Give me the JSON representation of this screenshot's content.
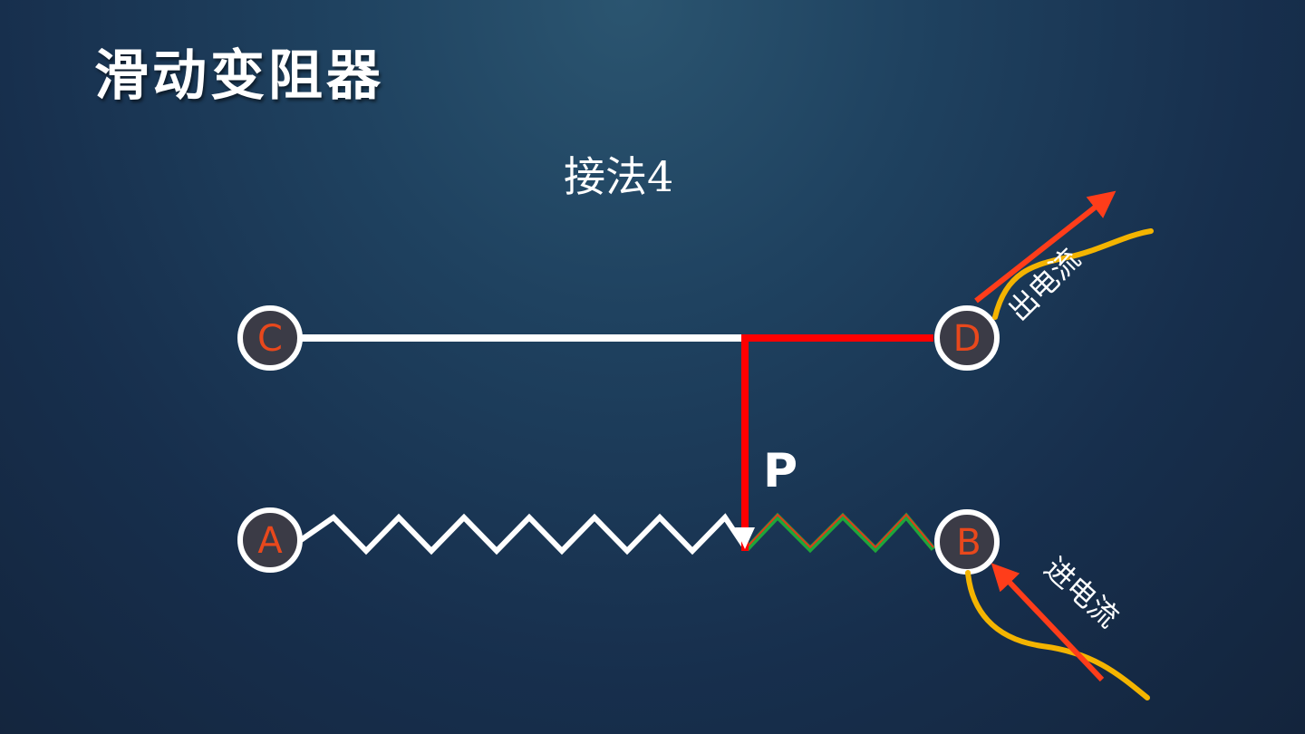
{
  "header": {
    "title": "滑动变阻器",
    "subtitle": "接法4"
  },
  "terminals": {
    "c": "C",
    "d": "D",
    "a": "A",
    "b": "B"
  },
  "slider": {
    "label": "P"
  },
  "current": {
    "in_label": "进电流",
    "out_label": "出电流"
  },
  "colors": {
    "background": "#1a3554",
    "wire": "#ffffff",
    "terminal_fill": "#3b3b46",
    "terminal_label": "#e8481c",
    "active_path": "#ff0000",
    "active_resistor": "#1fa53a",
    "current_arrow": "#ff3d1a",
    "flow_curve": "#f4b400"
  }
}
